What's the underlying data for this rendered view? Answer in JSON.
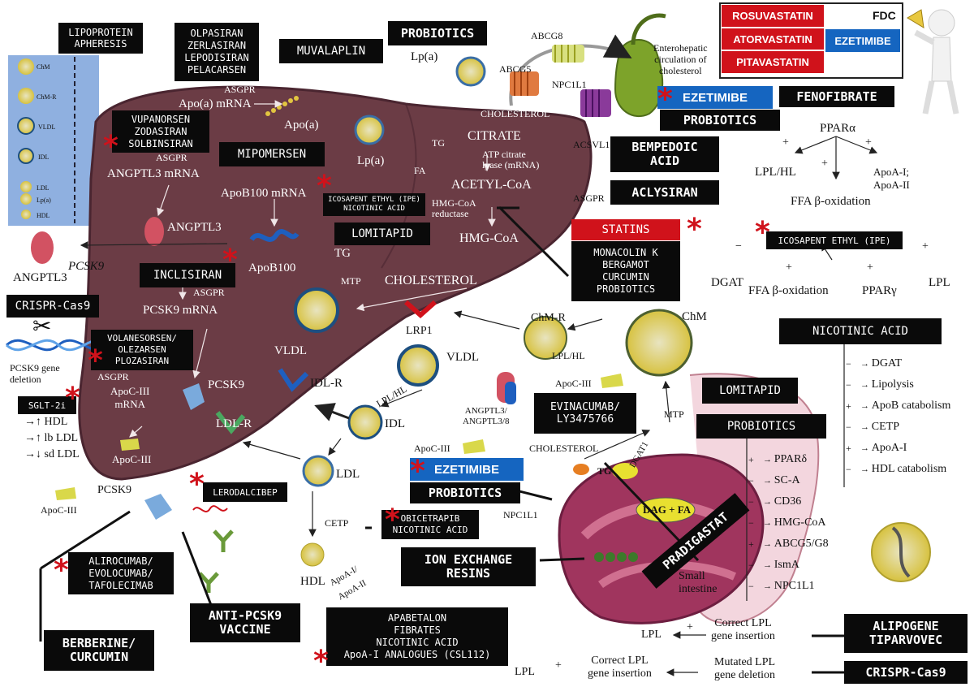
{
  "fdc": {
    "title": "FDC",
    "statins": [
      "ROSUVASTATIN",
      "ATORVASTATIN",
      "PITAVASTATIN"
    ],
    "combo": "EZETIMIBE"
  },
  "lipoprotein_apheresis": {
    "title": "LIPOPROTEIN\nAPHERESIS",
    "particles": [
      "ChM",
      "ChM-R",
      "VLDL",
      "IDL",
      "LDL",
      "Lp(a)",
      "HDL"
    ]
  },
  "drugs": {
    "lpa_sirnas": "OLPASIRAN\nZERLASIRAN\nLEPODISIRAN\nPELACARSEN",
    "muvalaplin": "MUVALAPLIN",
    "probiotics_top": "PROBIOTICS",
    "vupanorsen": "VUPANORSEN\nZODASIRAN\nSOLBINSIRAN",
    "mipomersen": "MIPOMERSEN",
    "ipe_liver": "ICOSAPENT ETHYL (IPE)\nNICOTINIC ACID",
    "lomitapid_liver": "LOMITAPID",
    "inclisiran": "INCLISIRAN",
    "crispr_top": "CRISPR-Cas9",
    "volanesorsen": "VOLANESORSEN/\nOLEZARSEN\nPLOZASIRAN",
    "sglt2": "SGLT-2i",
    "ezetimibe_top": "EZETIMIBE",
    "probiotics_right": "PROBIOTICS",
    "fenofibrate": "FENOFIBRATE",
    "bempedoic": "BEMPEDOIC\nACID",
    "aclysiran": "ACLYSIRAN",
    "statins": "STATINS",
    "statin_alt": "MONACOLIN K\nBERGAMOT\nCURCUMIN\nPROBIOTICS",
    "ipe_right": "ICOSAPENT ETHYL (IPE)",
    "nicotinic": "NICOTINIC ACID",
    "evinacumab": "EVINACUMAB/\nLY3475766",
    "lomitapid_gut": "LOMITAPID",
    "probiotics_gut": "PROBIOTICS",
    "ezetimibe_gut": "EZETIMIBE",
    "probiotics_gut2": "PROBIOTICS",
    "obicetrapib": "OBICETRAPIB\nNICOTINIC ACID",
    "lerodalcibep": "LERODALCIBEP",
    "ion_exchange": "ION EXCHANGE\nRESINS",
    "pradigastat": "PRADIGASTAT",
    "alirocumab": "ALIROCUMAB/\nEVOLOCUMAB/\nTAFOLECIMAB",
    "anti_pcsk9": "ANTI-PCSK9\nVACCINE",
    "berberine": "BERBERINE/\nCURCUMIN",
    "apabetalon": "APABETALON\nFIBRATES\nNICOTINIC ACID\nApoA-I ANALOGUES (CSL112)",
    "alipogene": "ALIPOGENE\nTIPARVOVEC",
    "crispr_bottom": "CRISPR-Cas9"
  },
  "labels": {
    "asgpr": "ASGPR",
    "apoa_mrna": "Apo(a) mRNA",
    "apoa": "Apo(a)",
    "lpa": "Lp(a)",
    "abcg8": "ABCG8",
    "abcg5": "ABCG5",
    "npc1l1": "NPC1L1",
    "enterohepatic": "Enterohepatic\ncirculation of\ncholesterol",
    "cholesterol": "CHOLESTEROL",
    "citrate": "CITRATE",
    "atp_citrate": "ATP citrate\nlyase (mRNA)",
    "acsvl1": "ACSVL1",
    "acetyl_coa": "ACETYL-CoA",
    "hmg_reductase": "HMG-CoA\nreductase",
    "hmg_coa": "HMG-CoA",
    "tg": "TG",
    "fa": "FA",
    "angptl3_mrna": "ANGPTL3 mRNA",
    "angptl3": "ANGPTL3",
    "apob100_mrna": "ApoB100 mRNA",
    "apob100": "ApoB100",
    "mtp": "MTP",
    "pcsk9_gene": "PCSK9",
    "pcsk9_mrna": "PCSK9 mRNA",
    "pcsk9": "PCSK9",
    "vldl": "VLDL",
    "lrp1": "LRP1",
    "chm_r": "ChM-R",
    "chm": "ChM",
    "lpl_hl": "LPL/HL",
    "apoc3": "ApoC-III",
    "apoc3_mrna": "ApoC-III\nmRNA",
    "ldl_r": "LDL-R",
    "idl_r": "IDL-R",
    "idl": "IDL",
    "ldl": "LDL",
    "cetp": "CETP",
    "hdl": "HDL",
    "apoa_i_ii": "ApoA-I/\nApoA-II",
    "angptl38": "ANGPTL3/\nANGPTL3/8",
    "pcsk9_deletion": "PCSK9 gene\ndeletion",
    "dag_fa": "DAG + FA",
    "dgat1": "DGAT1",
    "small_intestine": "Small\nintestine",
    "gut_cholesterol": "CHOLESTEROL",
    "ppara": "PPARα",
    "lpl_hl_r": "LPL/HL",
    "apoai_aii": "ApoA-I;\nApoA-II",
    "ffa_beta": "FFA β-oxidation",
    "dgat": "DGAT",
    "ffa_beta2": "FFA β-oxidation",
    "pparg": "PPARγ",
    "lpl": "LPL",
    "correct_lpl1": "Correct LPL\ngene insertion",
    "correct_lpl2": "Correct LPL\ngene insertion",
    "mutated_lpl": "Mutated LPL\ngene deletion",
    "lpl_out1": "LPL",
    "lpl_out2": "LPL"
  },
  "sglt2_effects": [
    "↑ HDL",
    "↑ lb LDL",
    "↓ sd LDL"
  ],
  "nicotinic_effects": [
    {
      "sign": "−",
      "label": "DGAT"
    },
    {
      "sign": "−",
      "label": "Lipolysis"
    },
    {
      "sign": "+",
      "label": "ApoB catabolism"
    },
    {
      "sign": "−",
      "label": "CETP"
    },
    {
      "sign": "+",
      "label": "ApoA-I"
    },
    {
      "sign": "−",
      "label": "HDL catabolism"
    }
  ],
  "probiotic_effects": [
    {
      "sign": "+",
      "label": "PPARδ"
    },
    {
      "sign": "−",
      "label": "SC-A"
    },
    {
      "sign": "−",
      "label": "CD36"
    },
    {
      "sign": "−",
      "label": "HMG-CoA"
    },
    {
      "sign": "+",
      "label": "ABCG5/G8"
    },
    {
      "sign": "−",
      "label": "IsmA"
    },
    {
      "sign": "−",
      "label": "NPC1L1"
    }
  ],
  "colors": {
    "liver": "#6b3c45",
    "gallbladder": "#7da32a",
    "intestine": "#a0355e",
    "accent_red": "#d0121b",
    "accent_blue": "#1565c0",
    "apheresis_panel": "#8fb0e0"
  }
}
